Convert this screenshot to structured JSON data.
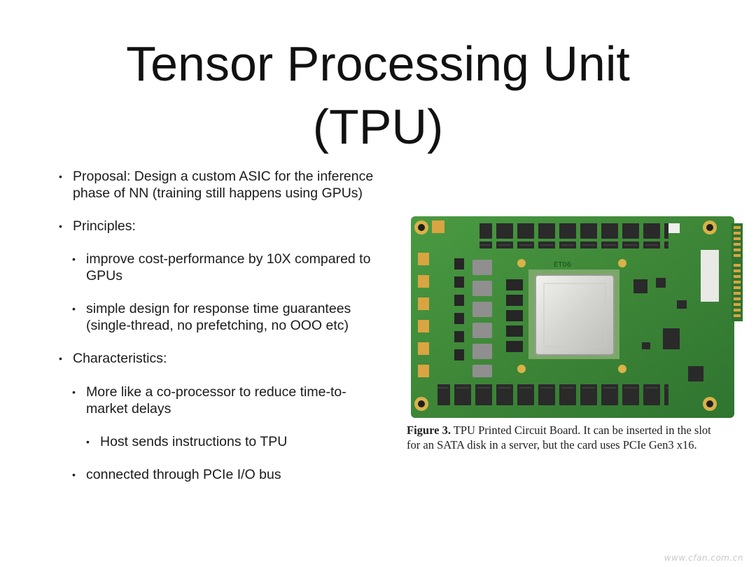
{
  "title": {
    "line1": "Tensor Processing Unit",
    "line2": "(TPU)"
  },
  "bullets": [
    {
      "level": 1,
      "lines": [
        "Proposal: Design a custom ASIC for the inference",
        "phase of NN (training still happens using GPUs)"
      ]
    },
    {
      "level": 1,
      "lines": [
        "Principles:"
      ]
    },
    {
      "level": 2,
      "lines": [
        "improve cost-performance by 10X compared to",
        "GPUs"
      ]
    },
    {
      "level": 2,
      "lines": [
        "simple design for response time guarantees",
        "(single-thread, no prefetching, no OOO etc)"
      ]
    },
    {
      "level": 1,
      "lines": [
        "Characteristics:"
      ]
    },
    {
      "level": 2,
      "lines": [
        "More like a co-processor to reduce time-to-",
        "market delays"
      ]
    },
    {
      "level": 3,
      "lines": [
        "Host sends instructions to TPU"
      ]
    },
    {
      "level": 2,
      "lines": [
        "connected through PCIe I/O bus"
      ]
    }
  ],
  "figure": {
    "label": "Figure 3.",
    "caption_line1": "TPU Printed Circuit Board. It can be inserted in the slot",
    "caption_line2": "for an SATA disk in a server, but the card uses PCIe Gen3 x16.",
    "board_marking": "ET06"
  },
  "watermark": "www.cfan.com.cn",
  "colors": {
    "pcb_green": "#3f8a3a",
    "chip_silver": "#d9d9d6",
    "gold": "#d9a441"
  }
}
